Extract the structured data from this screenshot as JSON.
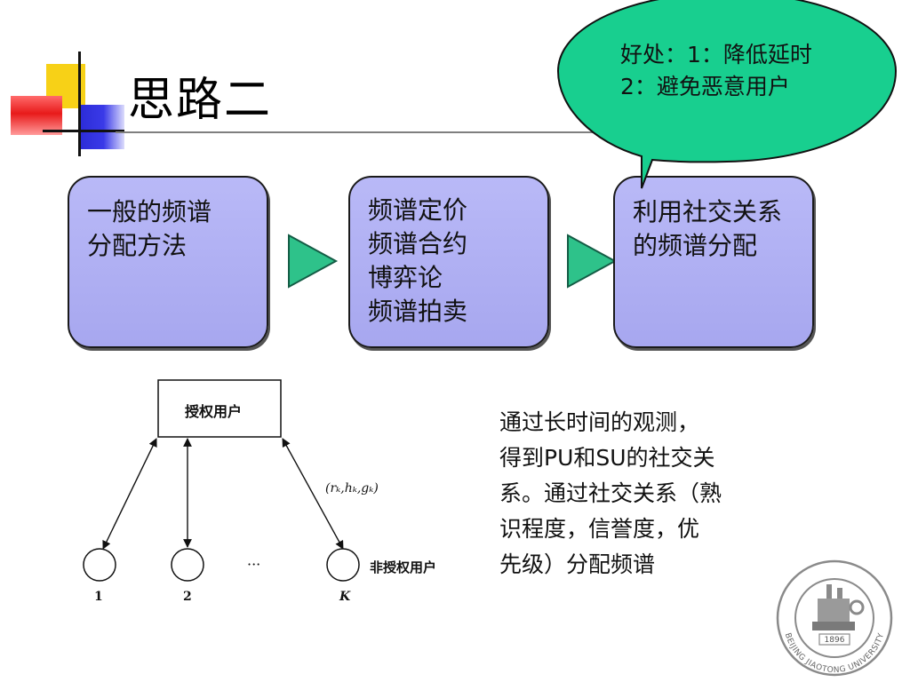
{
  "slide": {
    "title": "思路二",
    "callout": {
      "line1": "好处：1：降低延时",
      "line2": "2：避免恶意用户"
    },
    "flow": [
      {
        "lines": [
          "一般的频谱",
          "分配方法"
        ]
      },
      {
        "lines": [
          "频谱定价",
          "频谱合约",
          "博弈论",
          "频谱拍卖"
        ]
      },
      {
        "lines": [
          "利用社交关系",
          "的频谱分配"
        ]
      }
    ],
    "diagram": {
      "primary_user": "授权用户",
      "secondary_users": "非授权用户",
      "params": "(rₖ,hₖ,gₖ)",
      "node_labels": [
        "1",
        "2",
        "K"
      ],
      "ellipsis": "···"
    },
    "paragraph": [
      "通过长时间的观测，",
      "得到PU和SU的社交关",
      "系。通过社交关系（熟",
      "识程度，信誉度，优",
      "先级）分配频谱"
    ],
    "seal": {
      "year": "1896",
      "name": "BEIJING JIAOTONG UNIVERSITY"
    }
  },
  "colors": {
    "box_fill": "#a7a7ef",
    "arrow_fill": "#2ec28a",
    "callout_fill": "#18cf8f"
  }
}
